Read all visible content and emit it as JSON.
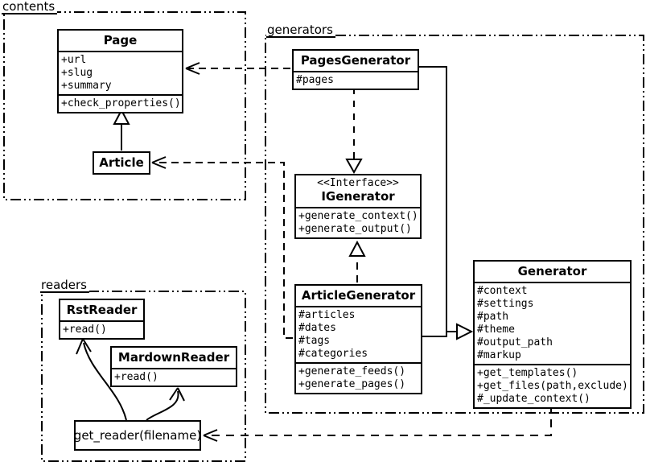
{
  "diagram": {
    "colors": {
      "line": "#000000",
      "background": "#ffffff"
    },
    "packages": {
      "contents": {
        "label": "contents"
      },
      "generators": {
        "label": "generators"
      },
      "readers": {
        "label": "readers"
      }
    },
    "classes": {
      "page": {
        "title": "Page",
        "attrs": [
          "+url",
          "+slug",
          "+summary"
        ],
        "methods": [
          "+check_properties()"
        ]
      },
      "article": {
        "title": "Article"
      },
      "pagesGenerator": {
        "title": "PagesGenerator",
        "attrs": [
          "#pages"
        ]
      },
      "igenerator": {
        "stereotype": "<<Interface>>",
        "title": "IGenerator",
        "methods": [
          "+generate_context()",
          "+generate_output()"
        ]
      },
      "articleGenerator": {
        "title": "ArticleGenerator",
        "attrs": [
          "#articles",
          "#dates",
          "#tags",
          "#categories"
        ],
        "methods": [
          "+generate_feeds()",
          "+generate_pages()"
        ]
      },
      "generator": {
        "title": "Generator",
        "attrs": [
          "#context",
          "#settings",
          "#path",
          "#theme",
          "#output_path",
          "#markup"
        ],
        "methods": [
          "+get_templates()",
          "+get_files(path,exclude)",
          "#_update_context()"
        ]
      },
      "rstReader": {
        "title": "RstReader",
        "methods": [
          "+read()"
        ]
      },
      "mardownReader": {
        "title": "MardownReader",
        "methods": [
          "+read()"
        ]
      },
      "getReader": {
        "title": "get_reader(filename)"
      }
    }
  }
}
